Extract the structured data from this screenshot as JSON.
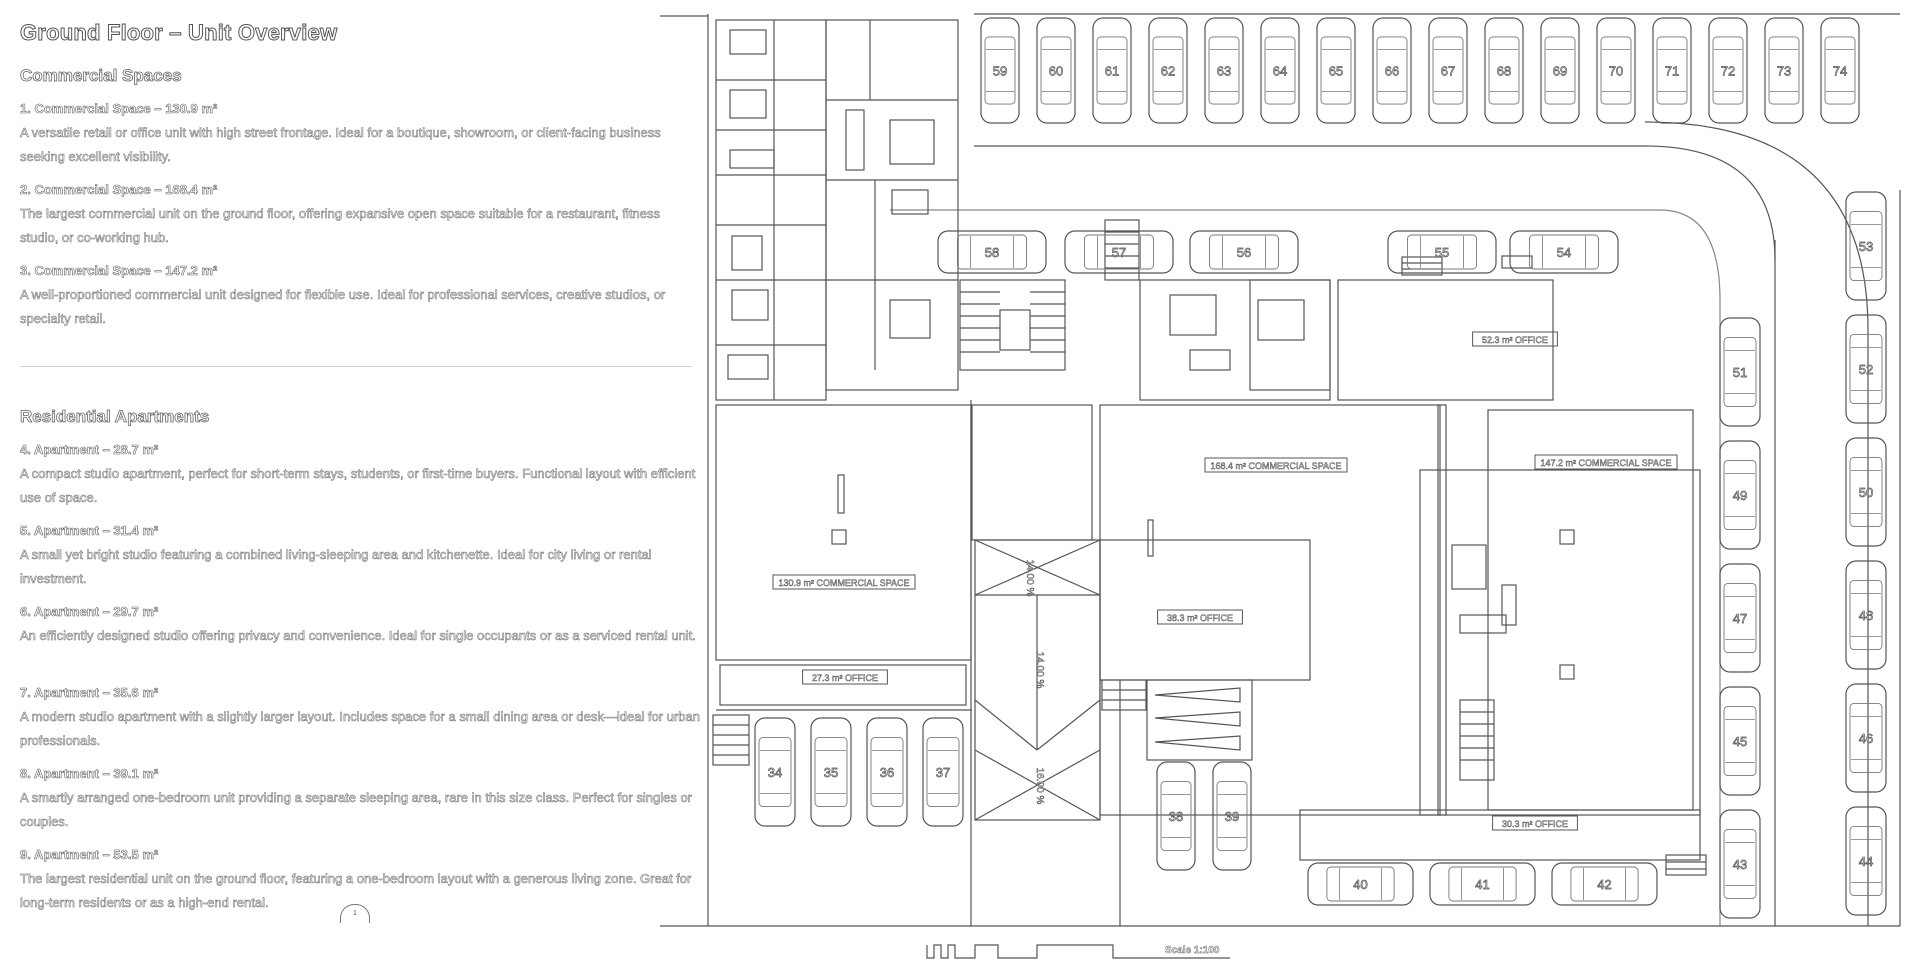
{
  "title": "Ground Floor – Unit Overview",
  "commercial": {
    "heading": "Commercial Spaces",
    "items": [
      {
        "title": "1. Commercial Space – 130.9 m²",
        "desc": "A versatile retail or office unit with high street frontage. Ideal for a boutique, showroom, or client-facing business seeking excellent visibility."
      },
      {
        "title": "2. Commercial Space – 168.4 m²",
        "desc": "The largest commercial unit on the ground floor, offering expansive open space suitable for a restaurant, fitness studio, or co-working hub."
      },
      {
        "title": "3. Commercial Space – 147.2 m²",
        "desc": "A well-proportioned commercial unit designed for flexible use. Ideal for professional services, creative studios, or specialty retail."
      }
    ]
  },
  "residential": {
    "heading": "Residential Apartments",
    "items": [
      {
        "title": "4. Apartment – 28.7 m²",
        "desc": "A compact studio apartment, perfect for short-term stays, students, or first-time buyers. Functional layout with efficient use of space."
      },
      {
        "title": "5. Apartment – 31.4 m²",
        "desc": "A small yet bright studio featuring a combined living-sleeping area and kitchenette. Ideal for city living or rental investment."
      },
      {
        "title": "6. Apartment – 29.7 m²",
        "desc": "An efficiently designed studio offering privacy and convenience. Ideal for single occupants or as a serviced rental unit."
      },
      {
        "title": "7. Apartment – 35.6 m²",
        "desc": "A modern studio apartment with a slightly larger layout. Includes space for a small dining area or desk—ideal for urban professionals."
      },
      {
        "title": "8. Apartment – 39.1 m²",
        "desc": "A smartly arranged one-bedroom unit providing a separate sleeping area, rare in this size class. Perfect for singles or couples."
      },
      {
        "title": "9. Apartment – 53.5 m²",
        "desc": "The largest residential unit on the ground floor, featuring a one-bedroom layout with a generous living zone. Great for long-term residents or as a high-end rental."
      }
    ]
  },
  "page_marker": "1",
  "scale_label": "Scale 1:100",
  "plan": {
    "parking_top": [
      "59",
      "60",
      "61",
      "62",
      "63",
      "64",
      "65",
      "66",
      "67",
      "68",
      "69",
      "70",
      "71",
      "72",
      "73",
      "74"
    ],
    "parking_upper_row": [
      "58",
      "57",
      "56",
      "55",
      "54"
    ],
    "parking_right_outer": [
      "53",
      "52",
      "50",
      "48",
      "46",
      "44"
    ],
    "parking_right_inner": [
      "51",
      "49",
      "47",
      "45",
      "43"
    ],
    "parking_lower_left": [
      "34",
      "35",
      "36",
      "37"
    ],
    "parking_lower_mid": [
      "38",
      "39"
    ],
    "parking_bottom_row": [
      "40",
      "41",
      "42"
    ],
    "space_labels": {
      "c1": "130.9 m² COMMERCIAL SPACE",
      "c2": "168.4 m² COMMERCIAL SPACE",
      "c3": "147.2 m² COMMERCIAL SPACE",
      "a_top": "52.3 m² OFFICE",
      "a_mid": "38.3 m² OFFICE",
      "a_bot_left": "27.3 m² OFFICE",
      "a_bot_right": "30.3 m² OFFICE"
    },
    "ramp_labels": [
      "14.00 %",
      "14.00 %",
      "16.00 %"
    ]
  }
}
